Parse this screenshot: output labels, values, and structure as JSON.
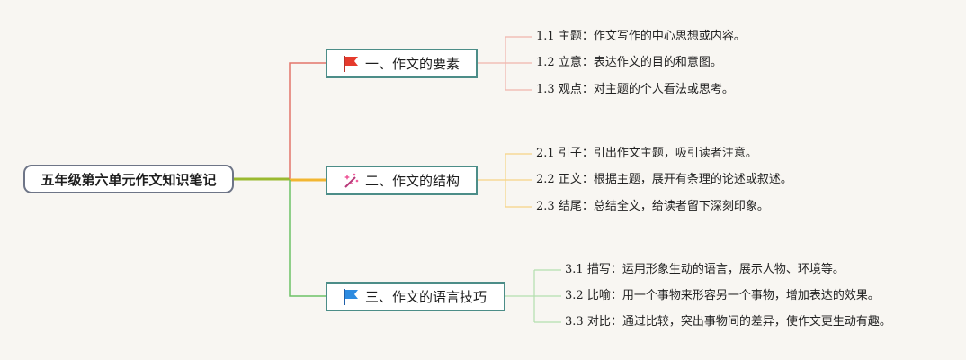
{
  "colors": {
    "background": "#f8f6f2",
    "root_border": "#6e7587",
    "node_border": "#4c8d88",
    "branch1": "#e2756a",
    "branch2": "#f2b632",
    "branch3": "#6cc266",
    "root_link": "#9ab930"
  },
  "root": {
    "label": "五年级第六单元作文知识笔记"
  },
  "branches": [
    {
      "icon": "red-flag-icon",
      "label": "一、作文的要素",
      "leaves": [
        {
          "num": "1.1",
          "text": "主题：作文写作的中心思想或内容。"
        },
        {
          "num": "1.2",
          "text": "立意：表达作文的目的和意图。"
        },
        {
          "num": "1.3",
          "text": "观点：对主题的个人看法或思考。"
        }
      ]
    },
    {
      "icon": "sparkle-wand-icon",
      "label": "二、作文的结构",
      "leaves": [
        {
          "num": "2.1",
          "text": "引子：引出作文主题，吸引读者注意。"
        },
        {
          "num": "2.2",
          "text": "正文：根据主题，展开有条理的论述或叙述。"
        },
        {
          "num": "2.3",
          "text": "结尾：总结全文，给读者留下深刻印象。"
        }
      ]
    },
    {
      "icon": "blue-flag-icon",
      "label": "三、作文的语言技巧",
      "leaves": [
        {
          "num": "3.1",
          "text": "描写：运用形象生动的语言，展示人物、环境等。"
        },
        {
          "num": "3.2",
          "text": "比喻：用一个事物来形容另一个事物，增加表达的效果。"
        },
        {
          "num": "3.3",
          "text": "对比：通过比较，突出事物间的差异，使作文更生动有趣。"
        }
      ]
    }
  ]
}
